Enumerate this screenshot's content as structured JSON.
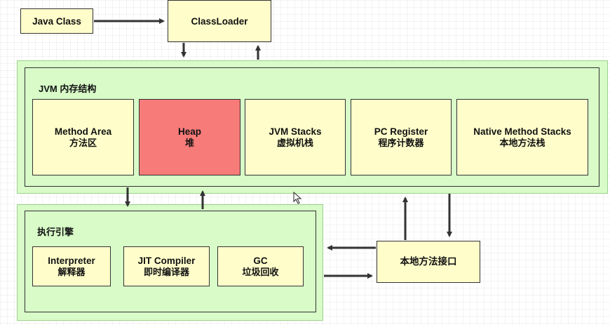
{
  "top": {
    "java_class": "Java Class",
    "class_loader": "ClassLoader"
  },
  "jvm_memory": {
    "title": "JVM 内存结构",
    "areas": [
      {
        "en": "Method Area",
        "zh": "方法区"
      },
      {
        "en": "Heap",
        "zh": "堆",
        "color": "#f77b79"
      },
      {
        "en": "JVM Stacks",
        "zh": "虚拟机栈"
      },
      {
        "en": "PC Register",
        "zh": "程序计数器"
      },
      {
        "en": "Native Method Stacks",
        "zh": "本地方法栈"
      }
    ]
  },
  "engine": {
    "title": "执行引擎",
    "items": [
      {
        "en": "Interpreter",
        "zh": "解释器"
      },
      {
        "en": "JIT Compiler",
        "zh": "即时编译器"
      },
      {
        "en": "GC",
        "zh": "垃圾回收"
      }
    ]
  },
  "native_interface": "本地方法接口",
  "colors": {
    "box_fill": "#fffecb",
    "panel_fill": "#d8fbc8",
    "heap_fill": "#f77b79",
    "arrow": "#333333"
  }
}
